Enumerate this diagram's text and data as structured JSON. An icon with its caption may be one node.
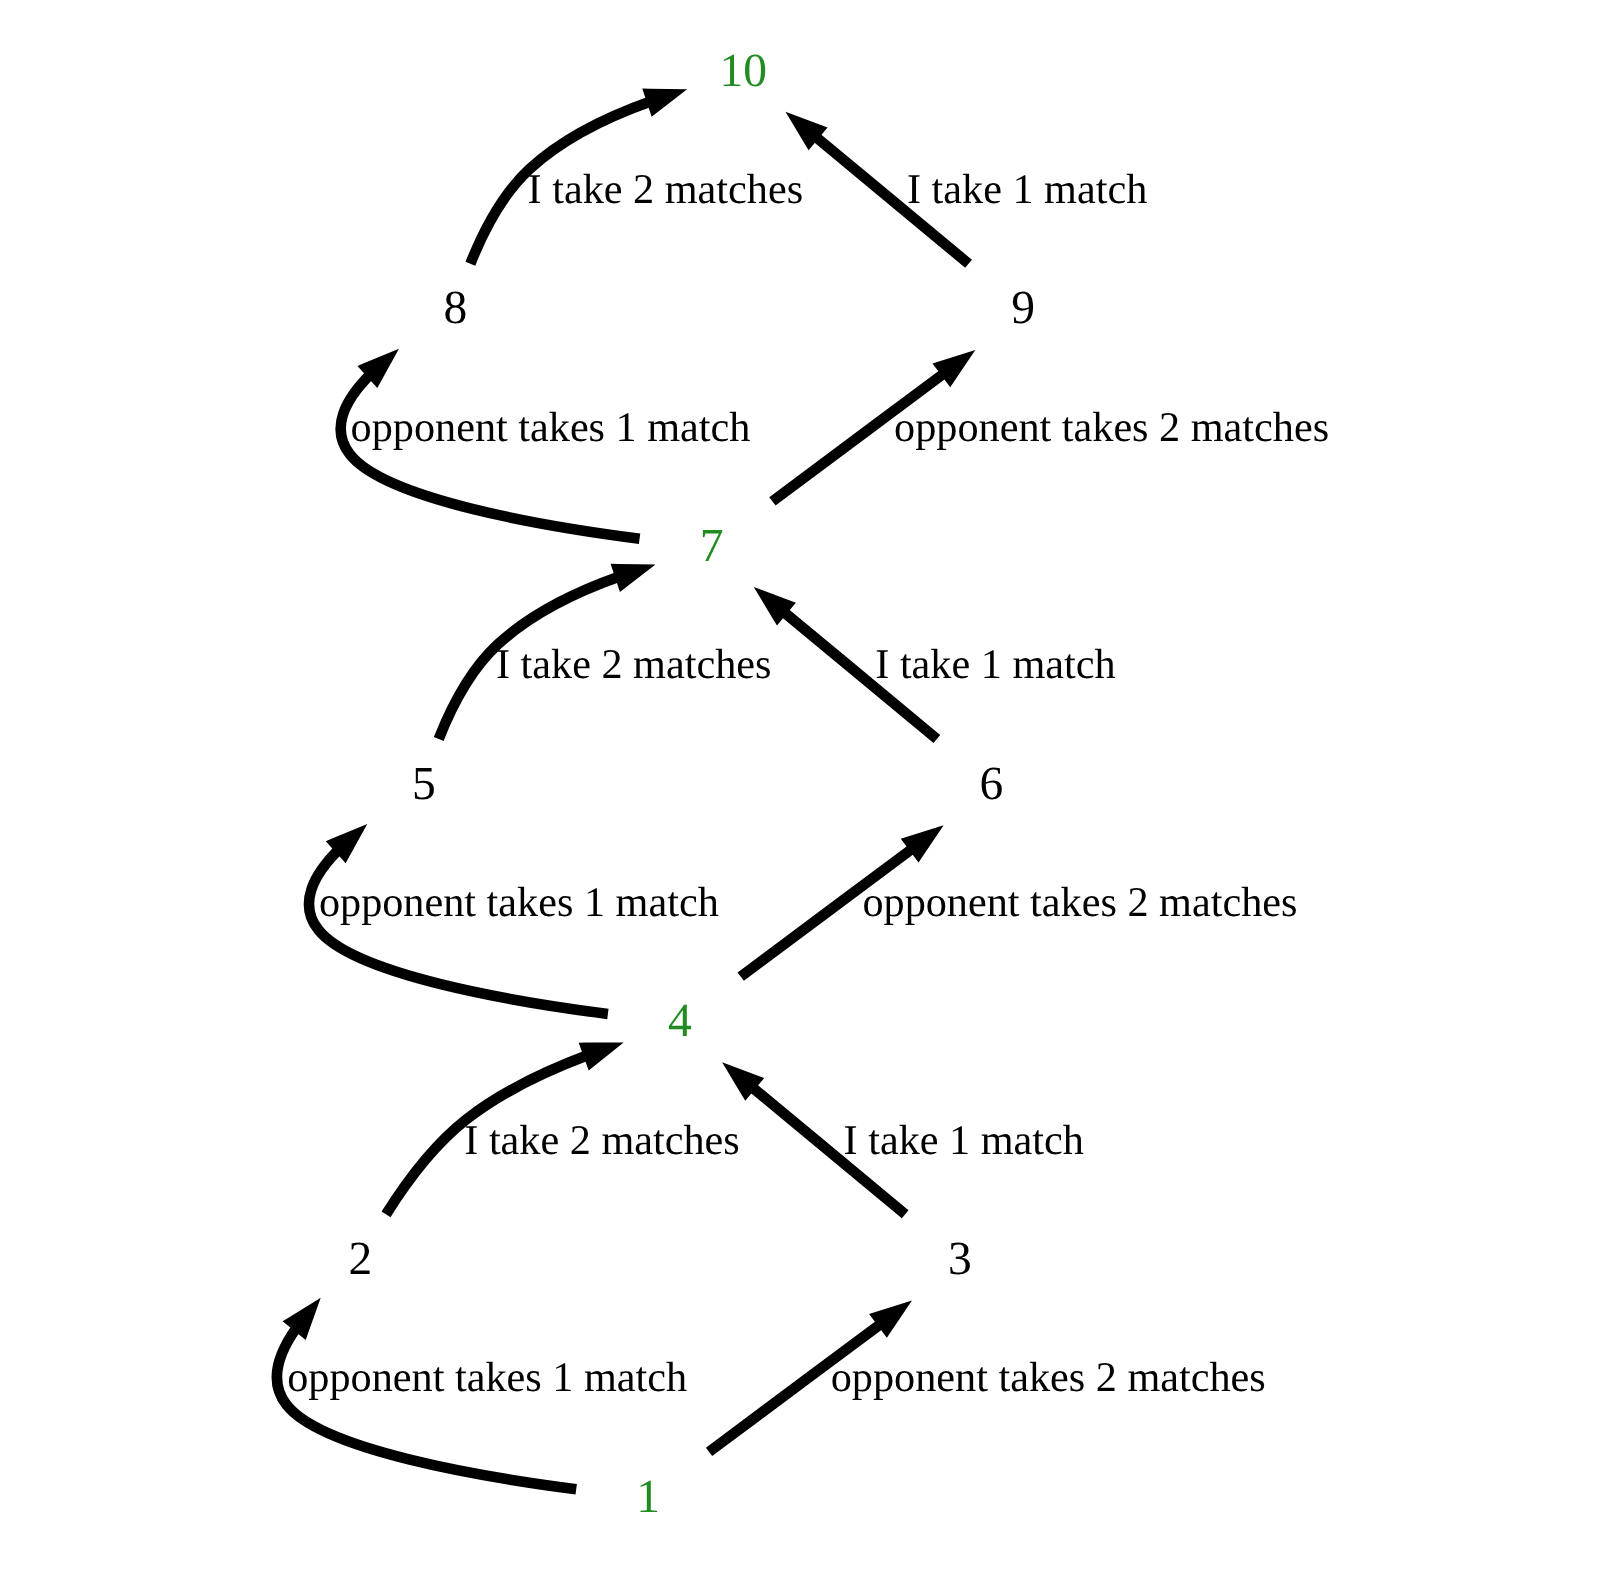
{
  "diagram": {
    "nodes": [
      {
        "text": [
          "10"
        ]
      },
      {
        "text": [
          "8"
        ]
      },
      {
        "text": [
          "9"
        ]
      },
      {
        "text": [
          "7"
        ]
      },
      {
        "text": [
          "5"
        ]
      },
      {
        "text": [
          "6"
        ]
      },
      {
        "text": [
          "4"
        ]
      },
      {
        "text": [
          "2"
        ]
      },
      {
        "text": [
          "3"
        ]
      },
      {
        "text": [
          "1"
        ]
      }
    ],
    "edges": [
      {
        "from": 9,
        "to": 7,
        "arrow": "to",
        "label": "opponent takes 1 match"
      },
      {
        "from": 9,
        "to": 8,
        "arrow": "to",
        "label": "opponent takes 2 matches"
      },
      {
        "from": 7,
        "to": 6,
        "arrow": "to",
        "label": "I take 2 matches"
      },
      {
        "from": 8,
        "to": 6,
        "arrow": "to",
        "label": "I take 1 match"
      },
      {
        "from": 6,
        "to": 4,
        "arrow": "to",
        "label": "opponent takes 1 match"
      },
      {
        "from": 6,
        "to": 5,
        "arrow": "to",
        "label": "opponent takes 2 matches"
      },
      {
        "from": 4,
        "to": 3,
        "arrow": "to",
        "label": "I take 2 matches"
      },
      {
        "from": 5,
        "to": 3,
        "arrow": "to",
        "label": "I take 1 match"
      },
      {
        "from": 3,
        "to": 1,
        "arrow": "to",
        "label": "opponent takes 1 match"
      },
      {
        "from": 3,
        "to": 2,
        "arrow": "to",
        "label": "opponent takes 2 matches"
      },
      {
        "from": 1,
        "to": 0,
        "arrow": "to",
        "label": "I take 2 matches"
      },
      {
        "from": 2,
        "to": 0,
        "arrow": "to",
        "label": "I take 1 match"
      }
    ]
  }
}
